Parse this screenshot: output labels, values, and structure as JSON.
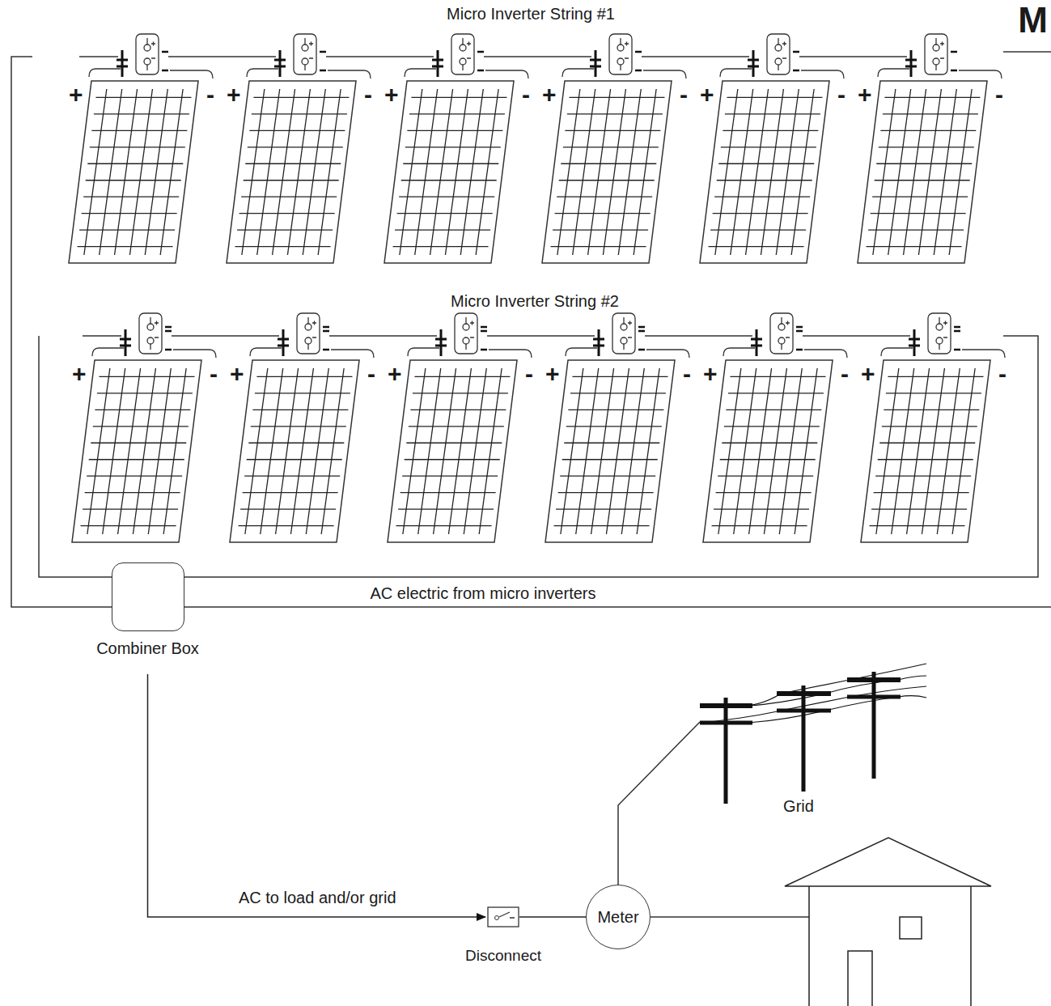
{
  "diagram": {
    "nodes": [
      {
        "text": [
          "Combiner Box"
        ]
      },
      {
        "text": [
          "Disconnect"
        ]
      },
      {
        "text": [
          "Meter"
        ]
      }
    ],
    "edges": [
      {
        "from": 0,
        "to": 1,
        "arrow": "to",
        "label": "AC to load and/or grid"
      },
      {
        "from": 1,
        "to": 2,
        "arrow": "none"
      }
    ],
    "labels": [
      "Micro Inverter String #1",
      "+",
      "-",
      "+",
      "-",
      "+",
      "-",
      "+",
      "-",
      "+",
      "-",
      "+",
      "-",
      "Micro Inverter String #2",
      "+",
      "-",
      "+",
      "-",
      "+",
      "-",
      "+",
      "-",
      "+",
      "-",
      "+",
      "-",
      "AC electric from micro inverters",
      "Grid",
      "M"
    ]
  }
}
